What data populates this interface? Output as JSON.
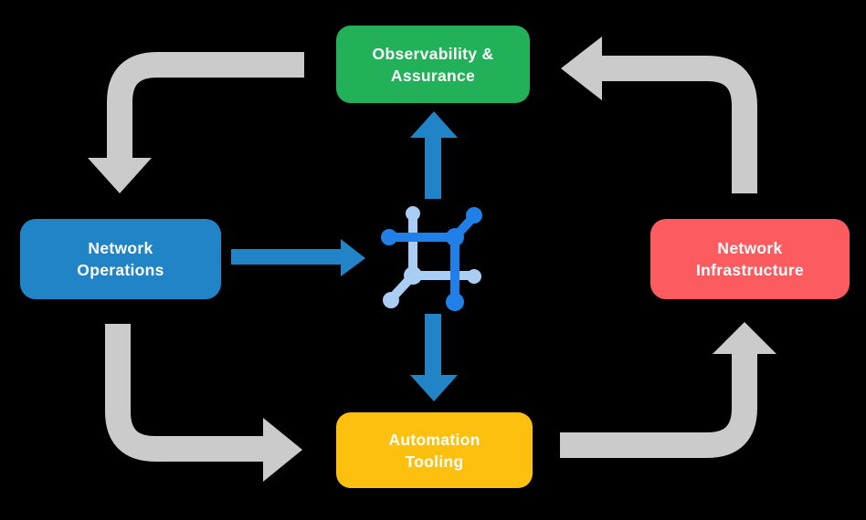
{
  "colors": {
    "background": "#000000",
    "green": "#22B158",
    "blue": "#2184C6",
    "red": "#FC5B5F",
    "yellow": "#FEC00F",
    "gray_arrow": "#CBCBCB",
    "blue_arrow": "#2184C6",
    "icon_dark": "#2080E8",
    "icon_light": "#A9CDF3",
    "label_text": "#FFFFFF"
  },
  "nodes": [
    {
      "id": "observability-assurance",
      "lines": [
        "Observability &",
        "Assurance"
      ]
    },
    {
      "id": "network-operations",
      "lines": [
        "Network",
        "Operations"
      ]
    },
    {
      "id": "network-infrastructure",
      "lines": [
        "Network",
        "Infrastructure"
      ]
    },
    {
      "id": "automation-tooling",
      "lines": [
        "Automation",
        "Tooling"
      ]
    }
  ],
  "center_icon": "network-mesh-icon",
  "flow": {
    "gray_cycle_arrows": [
      "observability-assurance to network-operations",
      "network-operations to automation-tooling",
      "automation-tooling to network-infrastructure",
      "network-infrastructure to observability-assurance"
    ],
    "blue_arrows": [
      "network-operations to center icon",
      "center icon to observability-assurance",
      "center icon to automation-tooling"
    ]
  }
}
